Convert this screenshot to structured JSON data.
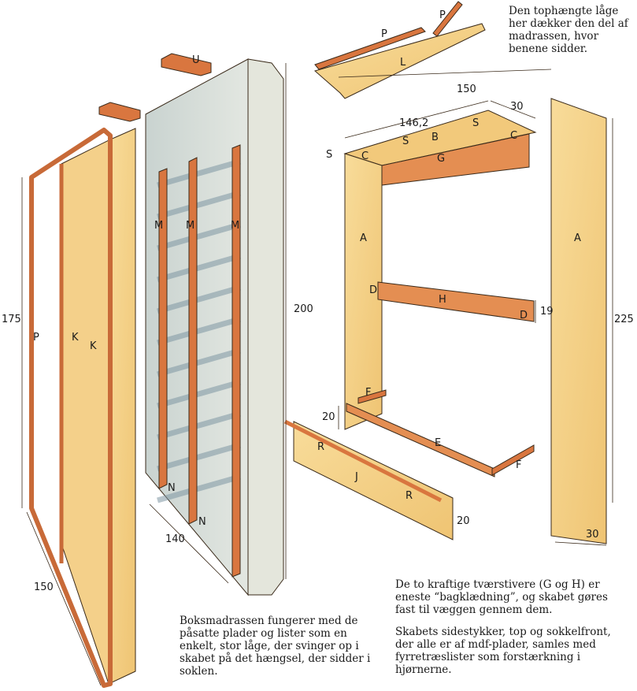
{
  "notes": {
    "top_right": "Den tophængte låge her dækker den del af madrassen, hvor benene sidder.",
    "bottom_left": "Boksmadrassen fungerer med de påsatte plader og lister som en enkelt, stor låge, der svinger op i skabet på det hængsel, der sidder i soklen.",
    "bottom_right_1": "De to kraftige tværstivere (G og H) er eneste “bagklædning”, og skabet gøres fast til væggen gennem dem.",
    "bottom_right_2": "Skabets sidestykker, top og sokkelfront, der alle er af mdf-plader, samles med fyrretræslister som forstærkning i hjørnerne."
  },
  "part_labels": {
    "P_door_frame": "P",
    "K1": "K",
    "K2": "K",
    "U": "U",
    "M1": "M",
    "M2": "M",
    "M3": "M",
    "N1": "N",
    "N2": "N",
    "P_top1": "P",
    "P_top2": "P",
    "L": "L",
    "S1": "S",
    "S2": "S",
    "S3": "S",
    "B": "B",
    "C1": "C",
    "C2": "C",
    "G": "G",
    "A_left": "A",
    "A_right": "A",
    "D1": "D",
    "D2": "D",
    "H": "H",
    "F1": "F",
    "F2": "F",
    "E": "E",
    "R1": "R",
    "R2": "R",
    "J": "J"
  },
  "dimensions": {
    "d175": "175",
    "d150_left": "150",
    "d140": "140",
    "d200": "200",
    "d150_top": "150",
    "d146": "146,2",
    "d30_top": "30",
    "d225": "225",
    "d19": "19",
    "d20_left": "20",
    "d20_right": "20",
    "d30_bottom": "30"
  },
  "colors": {
    "wood_light": "#f6d58e",
    "wood_mid": "#efc473",
    "wood_edge": "#d08f52",
    "pine_strip": "#d9763f",
    "mattress_gray": "#d6ddd8",
    "mattress_blue": "#a9bcc6",
    "line": "#3a2a1a"
  }
}
